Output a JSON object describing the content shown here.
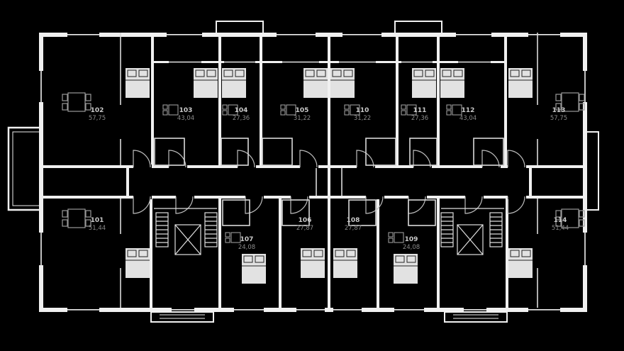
{
  "colors": {
    "background": "#000000",
    "walls": "#f0f0f0",
    "furniture": "#9a9a9a",
    "unit_number": "#c9c9c9",
    "unit_area": "#8a8a8a"
  },
  "apartments": [
    {
      "number": "101",
      "area": "51,44"
    },
    {
      "number": "102",
      "area": "57,75"
    },
    {
      "number": "103",
      "area": "43,04"
    },
    {
      "number": "104",
      "area": "27,36"
    },
    {
      "number": "105",
      "area": "31,22"
    },
    {
      "number": "106",
      "area": "27,87"
    },
    {
      "number": "107",
      "area": "24,08"
    },
    {
      "number": "108",
      "area": "27,87"
    },
    {
      "number": "109",
      "area": "24,08"
    },
    {
      "number": "110",
      "area": "31,22"
    },
    {
      "number": "111",
      "area": "27,36"
    },
    {
      "number": "112",
      "area": "43,04"
    },
    {
      "number": "113",
      "area": "57,75"
    },
    {
      "number": "114",
      "area": "51,44"
    }
  ]
}
